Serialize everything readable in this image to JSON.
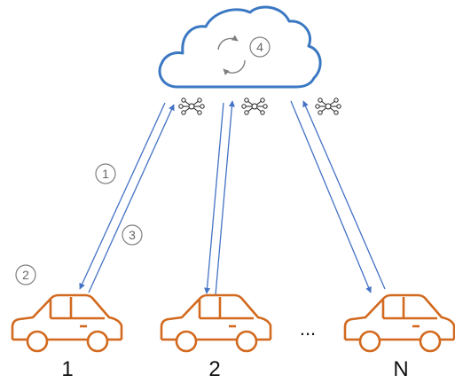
{
  "diagram": {
    "server_step": "4",
    "steps": {
      "one": "1",
      "two": "2",
      "three": "3"
    },
    "cars": [
      {
        "label": "1"
      },
      {
        "label": "2"
      },
      {
        "label": "N"
      }
    ],
    "ellipsis": "...",
    "colors": {
      "cloud": "#3b78c2",
      "arrow": "#4472c4",
      "car": "#d2691e",
      "circle": "#7f7f7f",
      "icon": "#222222"
    },
    "icons": {
      "server": "sync-icon",
      "model": "network-icon"
    }
  }
}
